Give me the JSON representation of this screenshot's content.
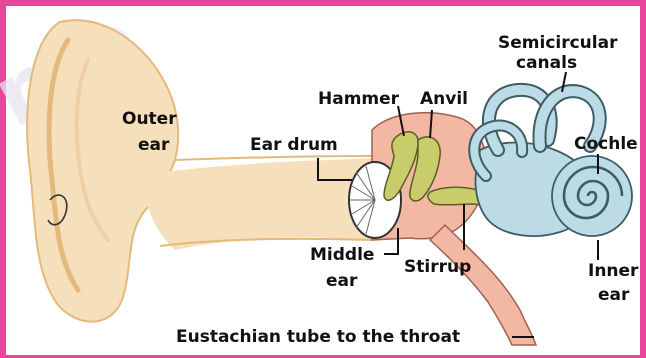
{
  "labels": {
    "semicircular_line1": "Semicircular",
    "semicircular_line2": "canals",
    "hammer": "Hammer",
    "anvil": "Anvil",
    "outer_line1": "Outer",
    "outer_line2": "ear",
    "ear_drum": "Ear drum",
    "cochlea": "Cochle",
    "middle_line1": "Middle",
    "middle_line2": "ear",
    "stirrup": "Stirrup",
    "inner_line1": "Inner",
    "inner_line2": "ear",
    "eustachian": "Eustachian tube to the throat"
  },
  "watermark": {
    "text": "me"
  },
  "colors": {
    "border": "#e8459b",
    "outer_ear": "#f6dfbb",
    "outer_ear_edge": "#e4b97e",
    "middle_ear": "#f3b8a3",
    "ossicles": "#c9cc6a",
    "inner_ear": "#bcdbe6",
    "inner_ear_edge": "#3c5d66"
  }
}
